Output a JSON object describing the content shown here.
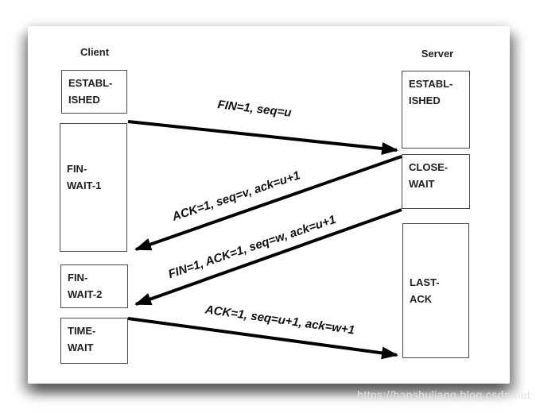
{
  "columns": {
    "client": {
      "header": "Client"
    },
    "server": {
      "header": "Server"
    }
  },
  "client_states": [
    {
      "label": "ESTABL-\nISHED"
    },
    {
      "label": "FIN-\nWAIT-1"
    },
    {
      "label": "FIN-\nWAIT-2"
    },
    {
      "label": "TIME-\nWAIT"
    }
  ],
  "server_states": [
    {
      "label": "ESTABL-\nISHED"
    },
    {
      "label": "CLOSE-\nWAIT"
    },
    {
      "label": "LAST-\nACK"
    }
  ],
  "messages": [
    {
      "label": "FIN=1, seq=u",
      "from": "client",
      "to": "server"
    },
    {
      "label": "ACK=1, seq=v, ack=u+1",
      "from": "server",
      "to": "client"
    },
    {
      "label": "FIN=1, ACK=1, seq=w, ack=u+1",
      "from": "server",
      "to": "client"
    },
    {
      "label": "ACK=1, seq=u+1, ack=w+1",
      "from": "client",
      "to": "server"
    }
  ],
  "watermark": "https://hanshuliang.blog.csdn.net",
  "colors": {
    "arrow": "#000000",
    "box_border": "#4a4a4a",
    "text": "#1f1f1f",
    "watermark": "#e4e4e4"
  }
}
